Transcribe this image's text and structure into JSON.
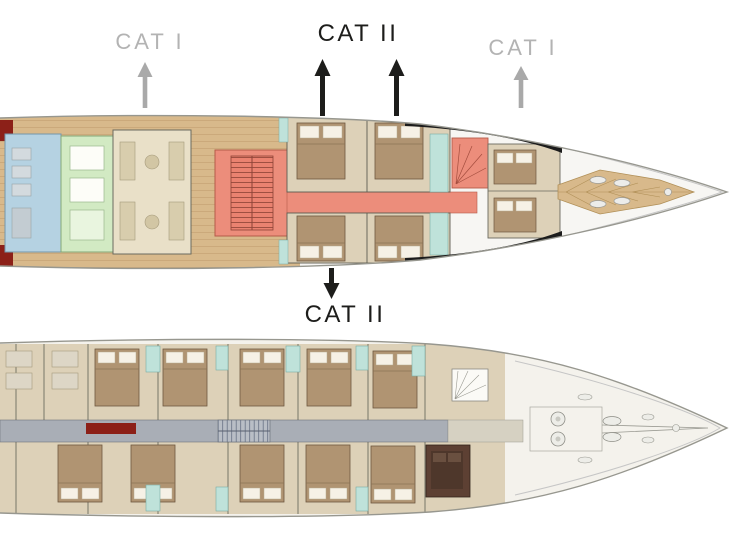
{
  "labels": {
    "cat1_left": "CAT I",
    "cat2_top": "CAT II",
    "cat1_right": "CAT I",
    "cat2_bottom": "CAT II"
  },
  "colors": {
    "label_gray": "#b3b3b3",
    "label_black": "#1d1d1b",
    "arrow_gray": "#a9a9a9",
    "arrow_black": "#1d1d1b",
    "salmon": "#ec8d7b",
    "teak": "#d8b98b",
    "cabin_floor": "#ddd1b8",
    "bed": "#b09472",
    "corridor_gray": "#a9aeb6",
    "spa_blue": "#b5d2e2",
    "spa_green": "#d2eac3",
    "bath_aqua": "#bfe2da",
    "dark_red": "#8c2018",
    "dark_brown": "#5d4033",
    "hull_outline": "#97978f"
  }
}
